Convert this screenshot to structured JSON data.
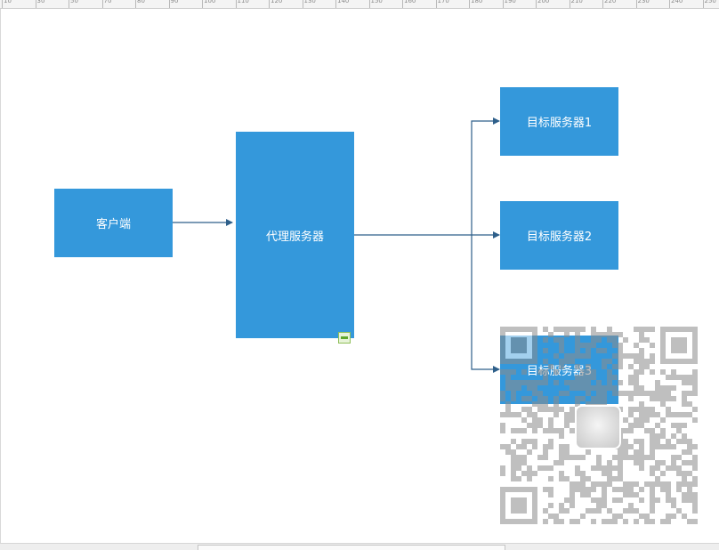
{
  "ruler": {
    "labels": [
      "10",
      "30",
      "50",
      "70",
      "80",
      "90",
      "100",
      "110",
      "120",
      "130",
      "140",
      "150",
      "160",
      "170",
      "180",
      "190",
      "200",
      "210",
      "220",
      "230",
      "240",
      "250"
    ]
  },
  "diagram": {
    "nodes": {
      "client": "客户端",
      "proxy": "代理服务器",
      "target1": "目标服务器1",
      "target2": "目标服务器2",
      "target3": "目标服务器3"
    },
    "colors": {
      "node_fill": "#3498db",
      "edge": "#2e5f8a",
      "text": "#ffffff"
    }
  },
  "overlay": {
    "qr_code": "qr-code-icon"
  }
}
